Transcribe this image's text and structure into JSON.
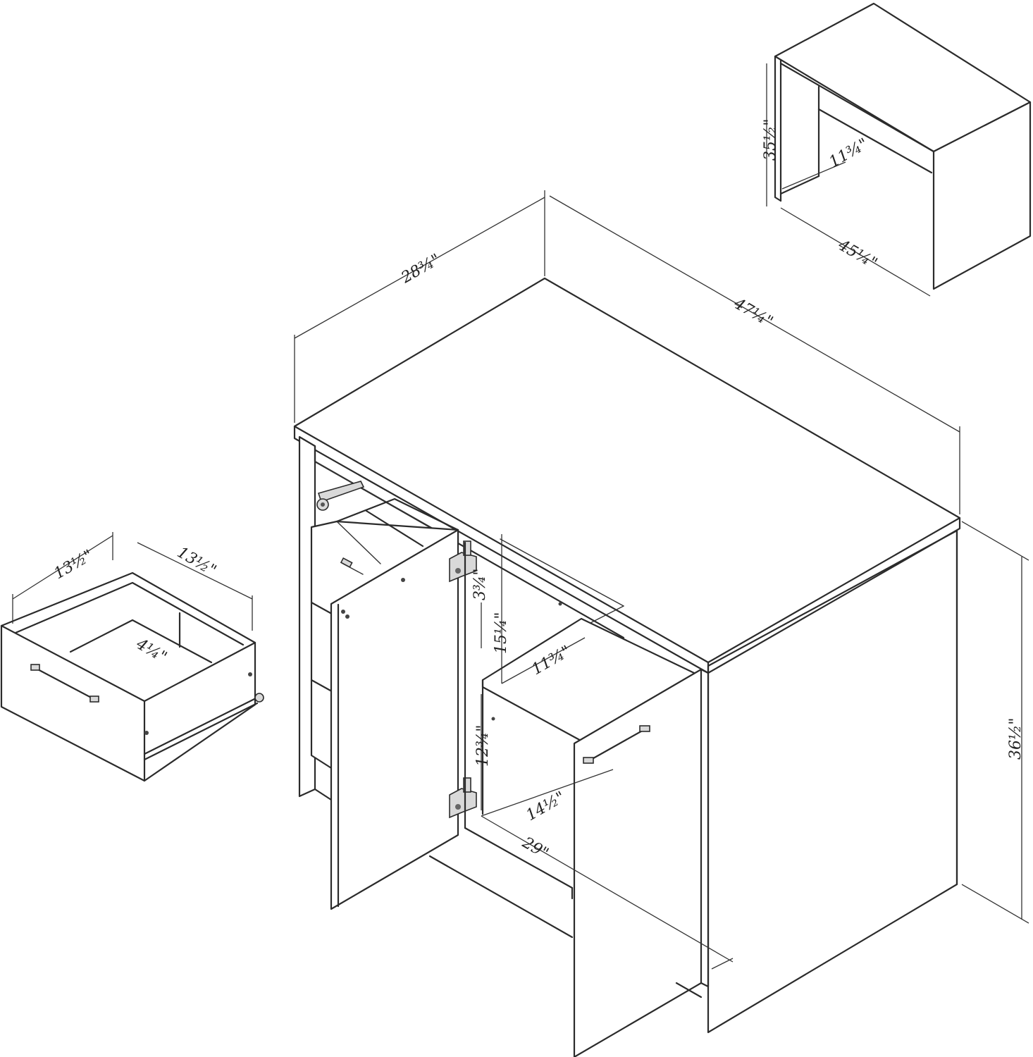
{
  "figure": {
    "dimensions": {
      "top_depth": "28¾\"",
      "top_width": "47¼\"",
      "overall_height": "36½\"",
      "inner_height_upper": "15¼\"",
      "drawer_slot_height": "3¾\"",
      "shelf_depth": "11¾\"",
      "inner_height_lower": "12¾\"",
      "inner_width": "14½\"",
      "door_width": "29\""
    },
    "drawer_detail": {
      "width": "13½\"",
      "depth": "13½\"",
      "height": "4¼\""
    },
    "open_back_detail": {
      "height": "35½\"",
      "depth": "11¾\"",
      "width": "45¼\""
    }
  },
  "colors": {
    "line": "#2b2b2b",
    "background": "#ffffff"
  }
}
